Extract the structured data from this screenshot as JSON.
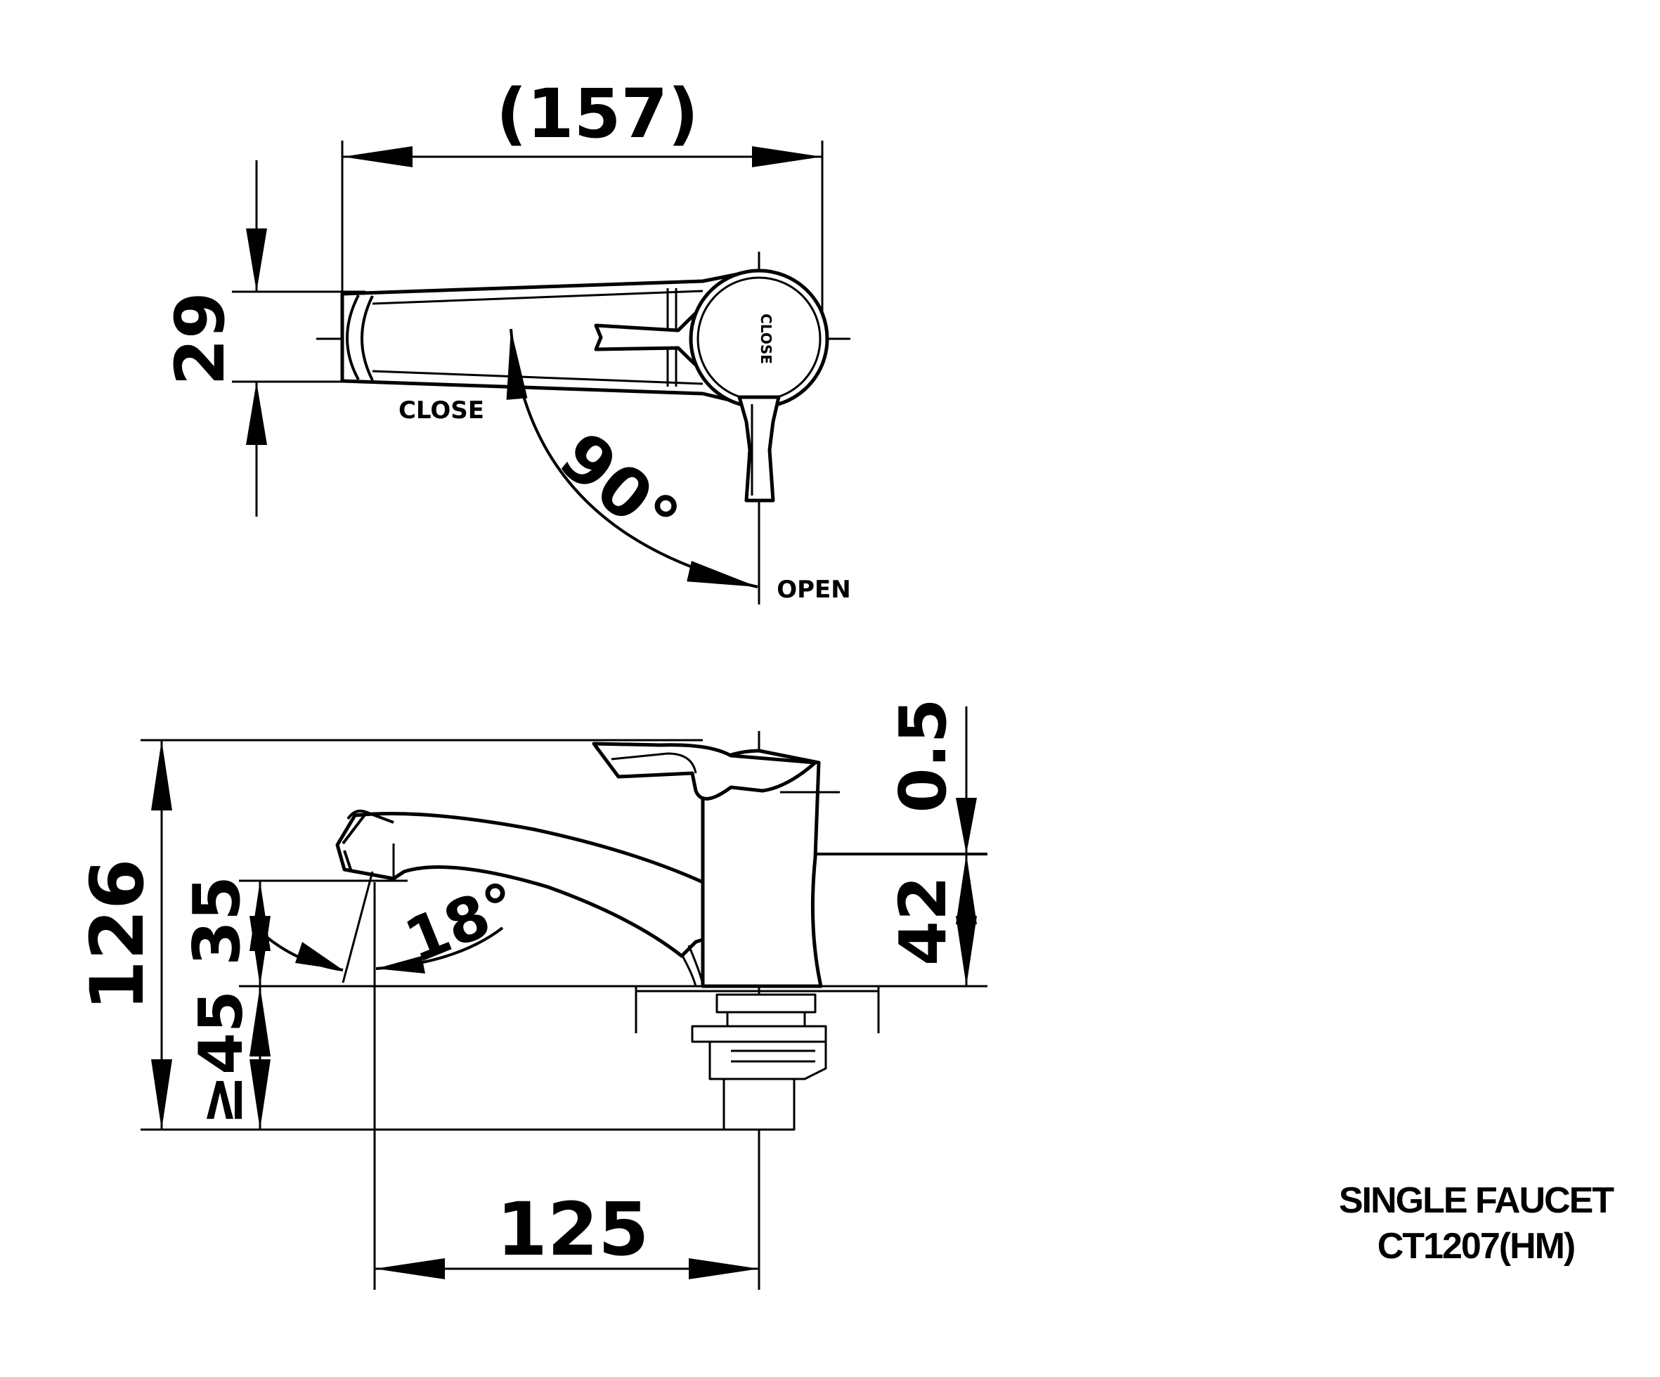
{
  "title_block": {
    "product_type": "SINGLE FAUCET",
    "model_code": "CT1207(HM)"
  },
  "top_view": {
    "dim_length": "(157)",
    "dim_height": "29",
    "angle_label": "90°",
    "label_close": "CLOSE",
    "label_open": "OPEN",
    "handle_mark": "CLOSE"
  },
  "side_view": {
    "dim_total_height": "126",
    "dim_top_gap": "0.5",
    "dim_body_height": "42",
    "dim_outlet_height": "35",
    "dim_min_mount": "≥45",
    "dim_reach": "125",
    "angle_label": "18°"
  },
  "colors": {
    "line": "#000000",
    "background": "#ffffff"
  }
}
